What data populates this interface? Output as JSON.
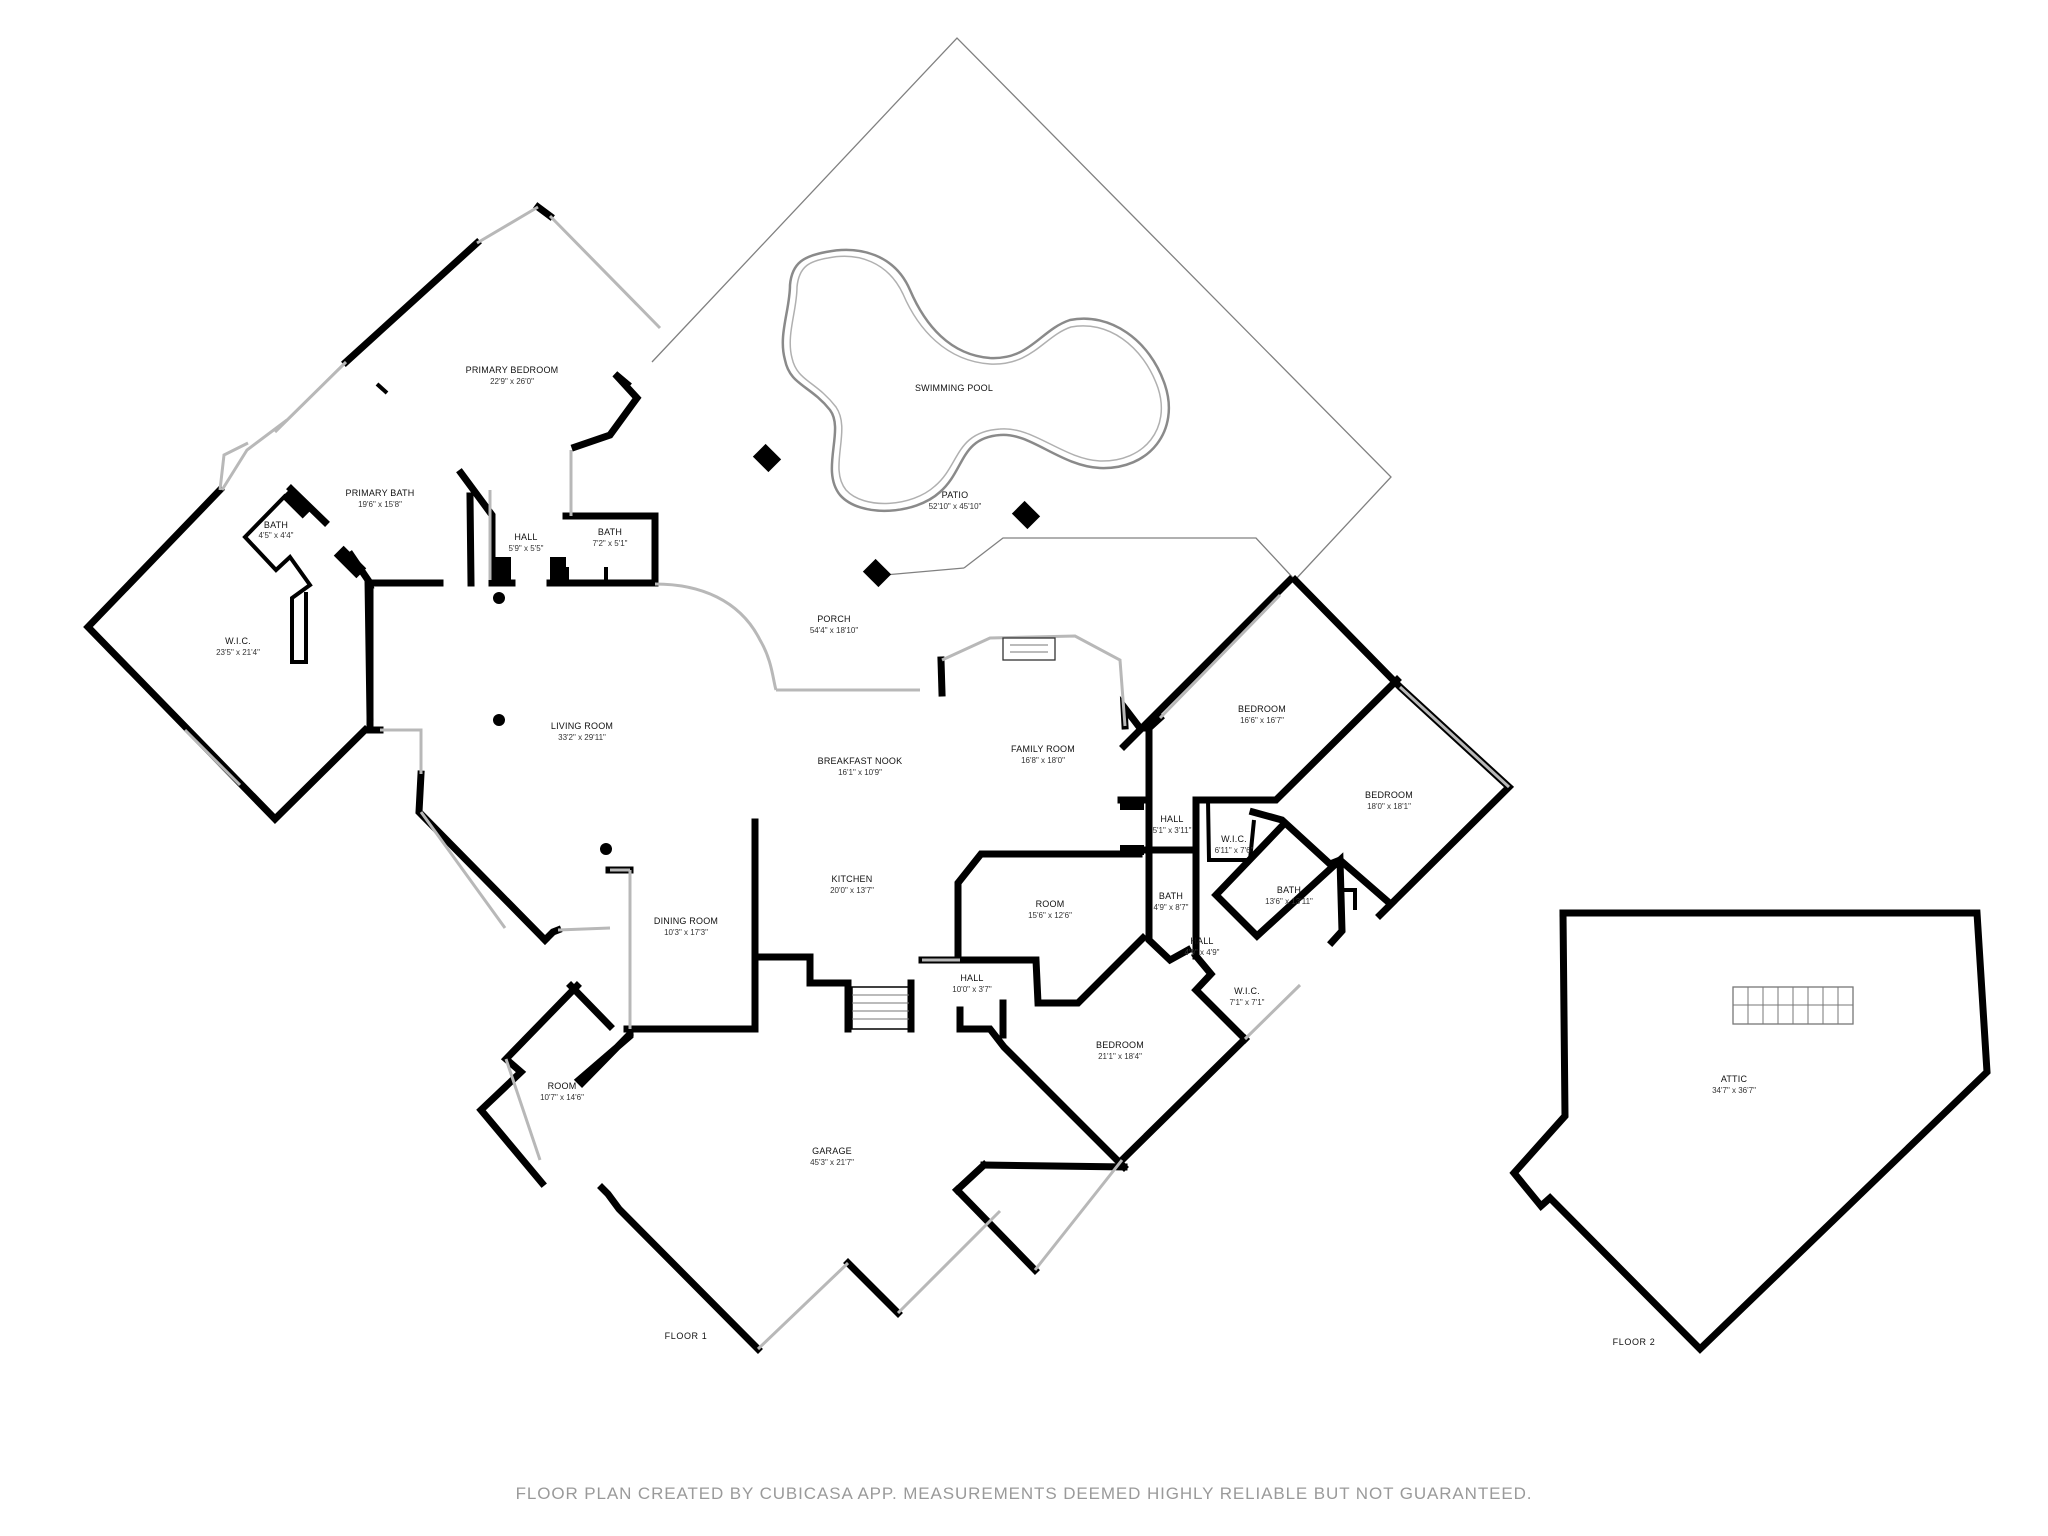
{
  "rooms": {
    "primary_bedroom": {
      "name": "PRIMARY BEDROOM",
      "dim": "22'9\" x 26'0\""
    },
    "primary_bath": {
      "name": "PRIMARY BATH",
      "dim": "19'6\" x 15'8\""
    },
    "bath_small": {
      "name": "BATH",
      "dim": "4'5\" x 4'4\""
    },
    "wic_primary": {
      "name": "W.I.C.",
      "dim": "23'5\" x 21'4\""
    },
    "hall_1": {
      "name": "HALL",
      "dim": "5'9\" x 5'5\""
    },
    "bath_2": {
      "name": "BATH",
      "dim": "7'2\" x 5'1\""
    },
    "swimming_pool": {
      "name": "SWIMMING POOL",
      "dim": ""
    },
    "patio": {
      "name": "PATIO",
      "dim": "52'10\" x 45'10\""
    },
    "porch": {
      "name": "PORCH",
      "dim": "54'4\" x 18'10\""
    },
    "living_room": {
      "name": "LIVING ROOM",
      "dim": "33'2\" x 29'11\""
    },
    "breakfast_nook": {
      "name": "BREAKFAST NOOK",
      "dim": "16'1\" x 10'9\""
    },
    "family_room": {
      "name": "FAMILY ROOM",
      "dim": "16'8\" x 18'0\""
    },
    "bedroom_1": {
      "name": "BEDROOM",
      "dim": "16'6\" x 16'7\""
    },
    "bedroom_2": {
      "name": "BEDROOM",
      "dim": "18'0\" x 18'1\""
    },
    "hall_2": {
      "name": "HALL",
      "dim": "5'1\" x 3'11\""
    },
    "wic_2": {
      "name": "W.I.C.",
      "dim": "6'11\" x 7'6\""
    },
    "bath_3": {
      "name": "BATH",
      "dim": "13'6\" x 13'11\""
    },
    "bath_4": {
      "name": "BATH",
      "dim": "4'9\" x 8'7\""
    },
    "hall_3": {
      "name": "HALL",
      "dim": "4'9\" x 4'9\""
    },
    "wic_3": {
      "name": "W.I.C.",
      "dim": "7'1\" x 7'1\""
    },
    "room_1": {
      "name": "ROOM",
      "dim": "15'6\" x 12'6\""
    },
    "kitchen": {
      "name": "KITCHEN",
      "dim": "20'0\" x 13'7\""
    },
    "dining_room": {
      "name": "DINING ROOM",
      "dim": "10'3\" x 17'3\""
    },
    "hall_4": {
      "name": "HALL",
      "dim": "10'0\" x 3'7\""
    },
    "bedroom_3": {
      "name": "BEDROOM",
      "dim": "21'1\" x 18'4\""
    },
    "room_2": {
      "name": "ROOM",
      "dim": "10'7\" x 14'6\""
    },
    "garage": {
      "name": "GARAGE",
      "dim": "45'3\" x 21'7\""
    },
    "attic": {
      "name": "ATTIC",
      "dim": "34'7\" x 36'7\""
    }
  },
  "floors": {
    "floor_1": "FLOOR 1",
    "floor_2": "FLOOR 2"
  },
  "footer": "FLOOR PLAN CREATED BY CUBICASA APP. MEASUREMENTS DEEMED HIGHLY RELIABLE BUT NOT GUARANTEED."
}
